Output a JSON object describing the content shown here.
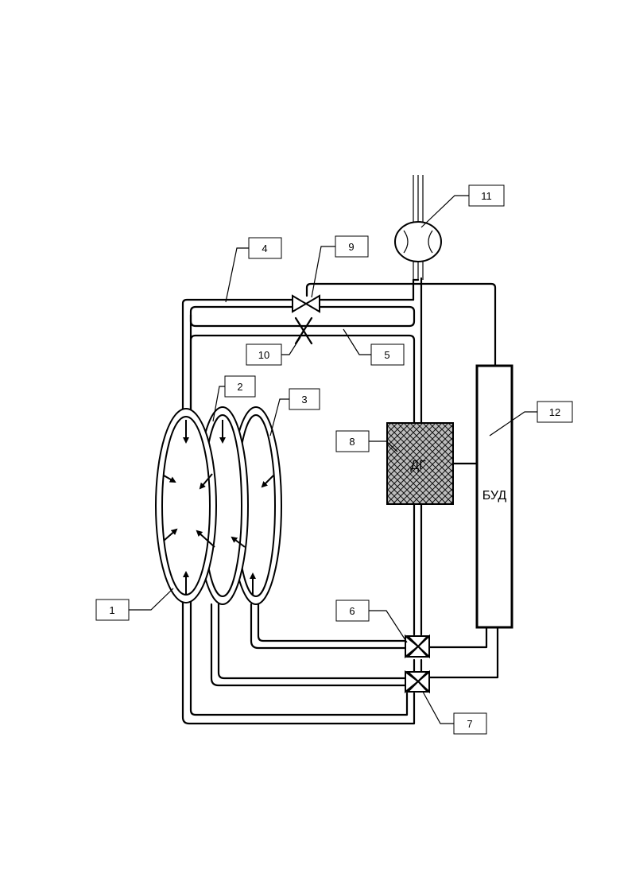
{
  "labels": {
    "l1": "1",
    "l2": "2",
    "l3": "3",
    "l4": "4",
    "l5": "5",
    "l6": "6",
    "l7": "7",
    "l8": "8",
    "l9": "9",
    "l10": "10",
    "l11": "11",
    "l12": "12"
  },
  "units": {
    "gas_generator": "ДГ",
    "control_unit": "БУД"
  }
}
